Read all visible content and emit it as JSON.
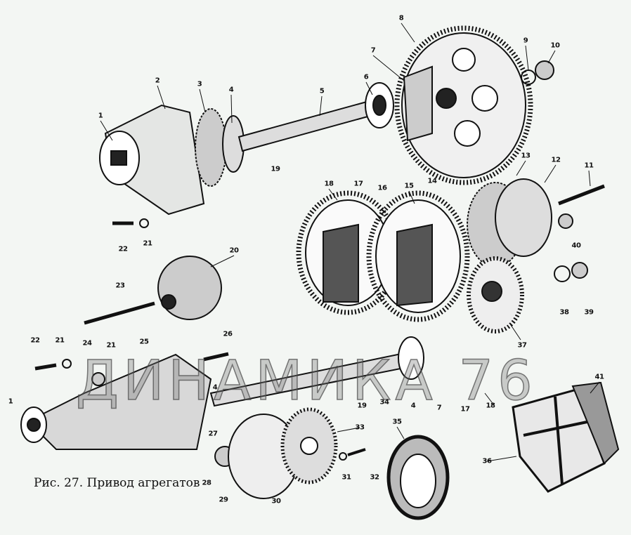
{
  "caption": "Рис. 27. Привод агрегатов",
  "watermark": "ДИНАМИКА 76",
  "labels": [
    "1",
    "2",
    "3",
    "4",
    "5",
    "6",
    "7",
    "8",
    "9",
    "10",
    "11",
    "12",
    "13",
    "14",
    "15",
    "16",
    "17",
    "18",
    "19",
    "20",
    "21",
    "22",
    "23",
    "24",
    "21",
    "22",
    "21",
    "25",
    "26",
    "27",
    "4",
    "19",
    "34",
    "4",
    "7",
    "17",
    "18",
    "37",
    "38",
    "39",
    "40",
    "1",
    "28",
    "29",
    "30",
    "31",
    "32",
    "33",
    "35",
    "36",
    "41"
  ],
  "colors": {
    "ink": "#111111",
    "paper": "#f3f6f3"
  }
}
